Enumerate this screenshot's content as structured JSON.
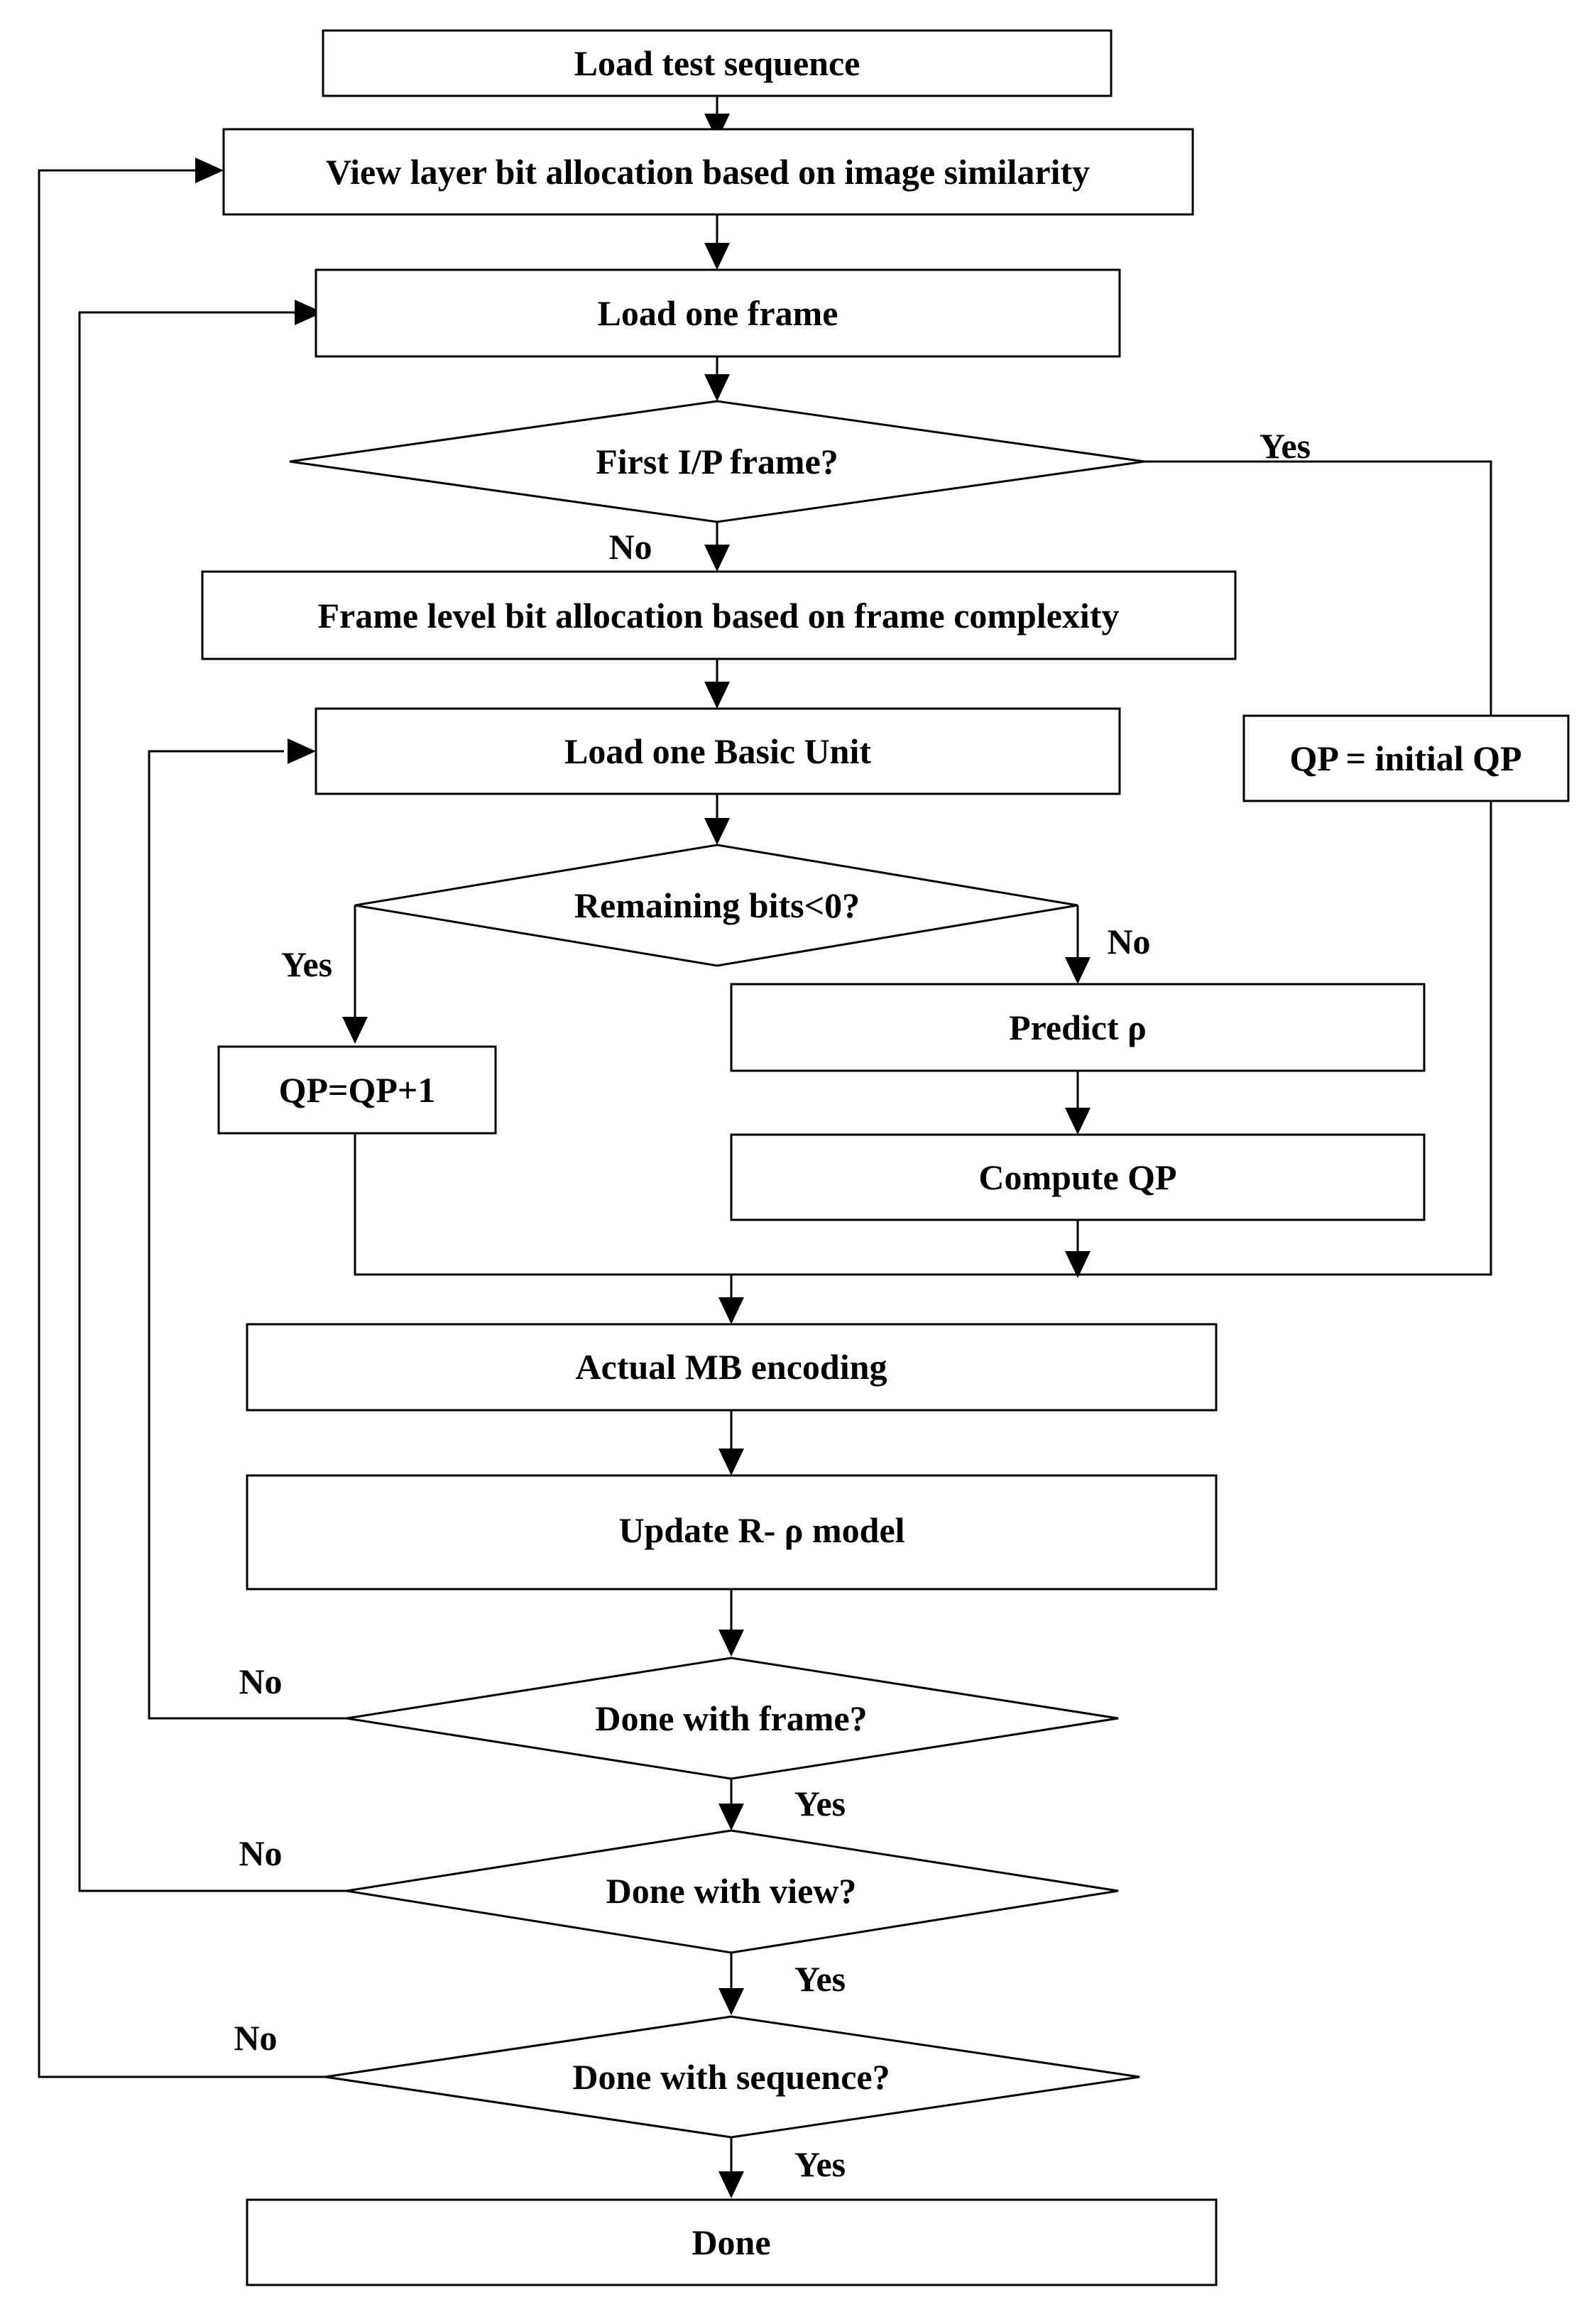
{
  "nodes": {
    "load_sequence": "Load test sequence",
    "view_bit_allocation": "View layer bit allocation based on image similarity",
    "load_frame": "Load one frame",
    "first_ip_frame": "First I/P frame?",
    "frame_bit_allocation": "Frame level bit allocation based on frame complexity",
    "initial_qp": "QP = initial QP",
    "load_basic_unit": "Load one Basic Unit",
    "remaining_bits": "Remaining bits<0?",
    "qp_increment": "QP=QP+1",
    "predict_rho": "Predict ρ",
    "compute_qp": "Compute QP",
    "mb_encoding": "Actual MB encoding",
    "update_model": "Update R- ρ model",
    "done_frame": "Done with frame?",
    "done_view": "Done with view?",
    "done_sequence": "Done with sequence?",
    "done": "Done"
  },
  "edge_labels": {
    "first_ip_yes": "Yes",
    "first_ip_no": "No",
    "remaining_yes": "Yes",
    "remaining_no": "No",
    "frame_no": "No",
    "frame_yes": "Yes",
    "view_no": "No",
    "view_yes": "Yes",
    "sequence_no": "No",
    "sequence_yes": "Yes"
  }
}
